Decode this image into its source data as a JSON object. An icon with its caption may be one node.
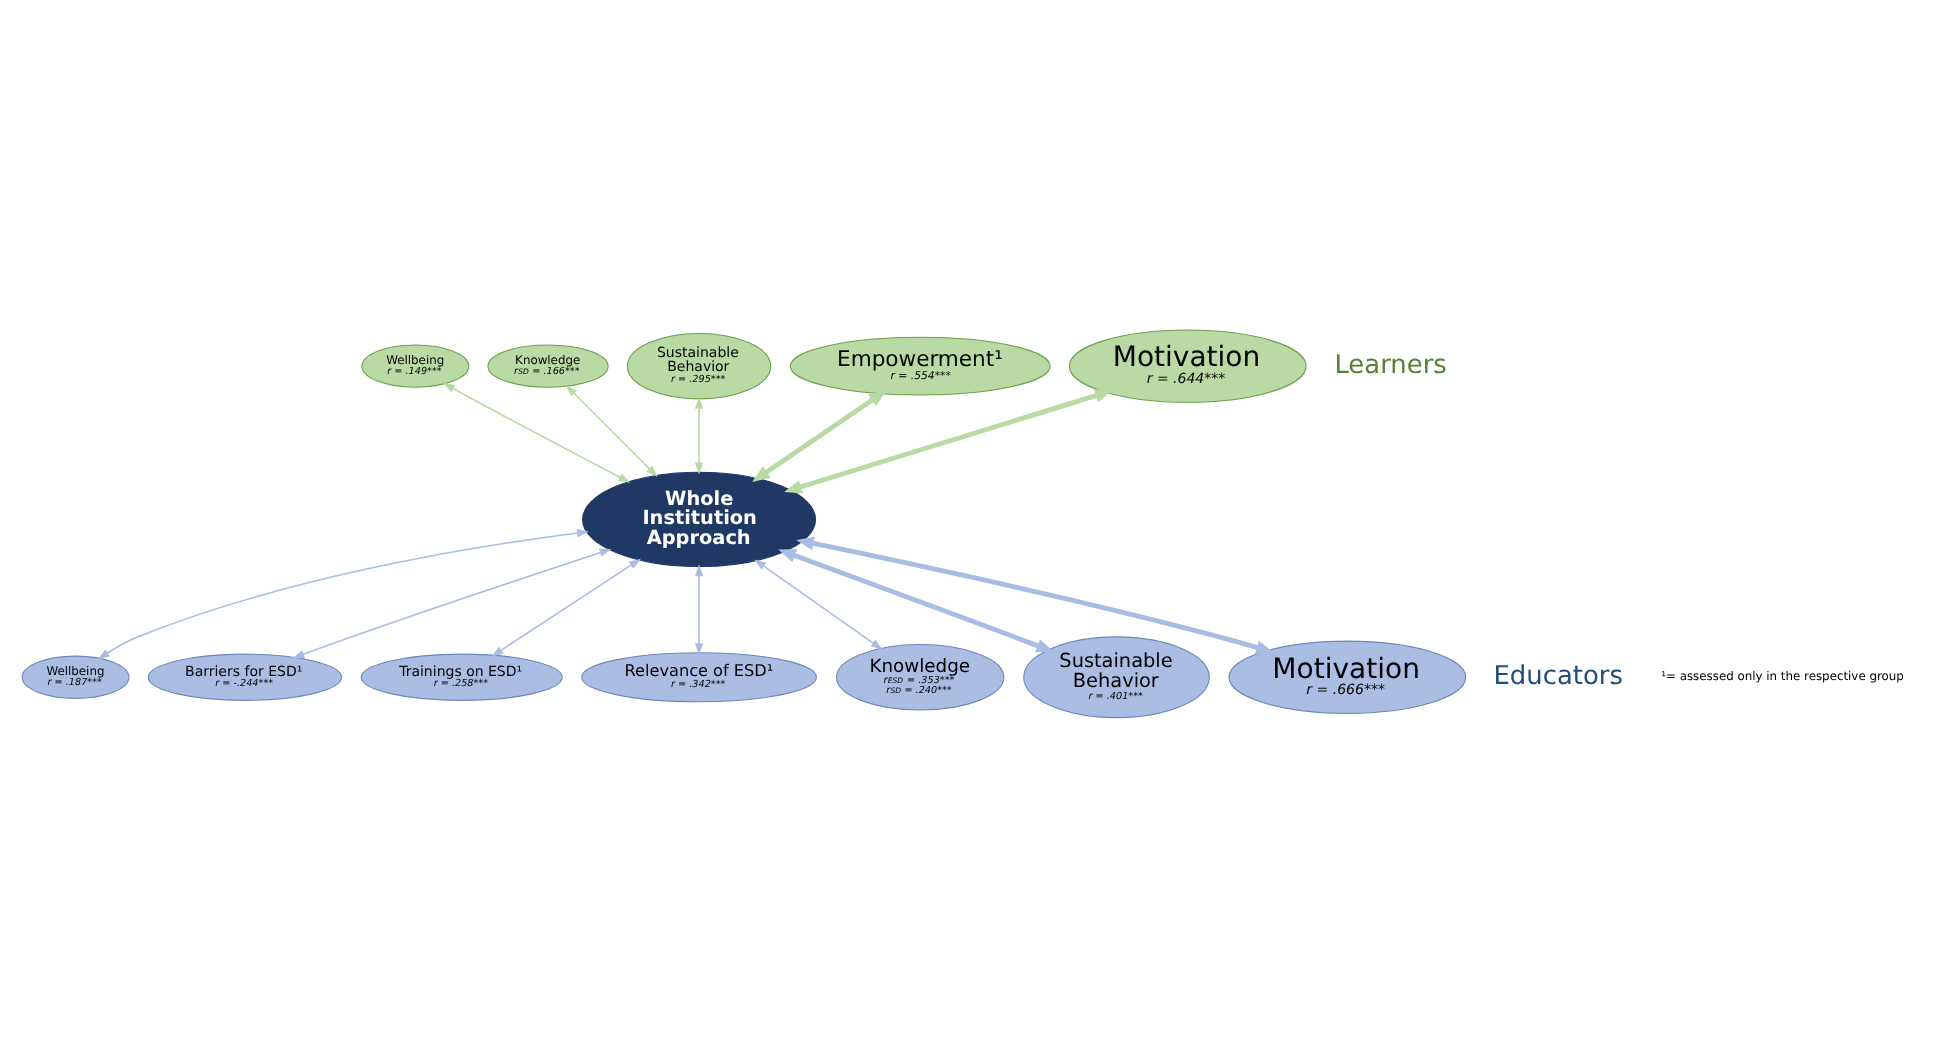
{
  "diagram": {
    "nodes": [
      {
        "text": [
          "Wellbeing",
          "r = .149***"
        ]
      },
      {
        "text": [
          "Knowledge",
          "r$_{SD}$ = .166***"
        ]
      },
      {
        "text": [
          "Sustainable Behavior",
          "r = .295***"
        ]
      },
      {
        "text": [
          "Empowerment¹",
          "r = .554***"
        ]
      },
      {
        "text": [
          "Motivation",
          "r = .644***"
        ]
      },
      {
        "text": [
          "Whole Institution Approach"
        ]
      },
      {
        "text": [
          "Wellbeing",
          "r = .187***"
        ]
      },
      {
        "text": [
          "Barriers for ESD¹",
          "r = -.244***"
        ]
      },
      {
        "text": [
          "Trainings on ESD¹",
          "r = .258***"
        ]
      },
      {
        "text": [
          "Relevance of ESD¹",
          "r = .342***"
        ]
      },
      {
        "text": [
          "Knowledge",
          "r$_{ESD}$ = .353***",
          "r$_{SD}$ = .240***"
        ]
      },
      {
        "text": [
          "Sustainable Behavior",
          "r = .401***"
        ]
      },
      {
        "text": [
          "Motivation",
          "r = .666***"
        ]
      }
    ],
    "edges": [
      {
        "from": 0,
        "to": 5,
        "arrow": "both",
        "color": "#b9d9a5"
      },
      {
        "from": 1,
        "to": 5,
        "arrow": "both",
        "color": "#b9d9a5"
      },
      {
        "from": 2,
        "to": 5,
        "arrow": "both",
        "color": "#b9d9a5"
      },
      {
        "from": 3,
        "to": 5,
        "arrow": "both",
        "style": "thick",
        "color": "#b9d9a5"
      },
      {
        "from": 4,
        "to": 5,
        "arrow": "both",
        "style": "thick",
        "color": "#b9d9a5"
      },
      {
        "from": 5,
        "to": 6,
        "arrow": "both"
      },
      {
        "from": 5,
        "to": 7,
        "arrow": "both"
      },
      {
        "from": 5,
        "to": 8,
        "arrow": "both"
      },
      {
        "from": 5,
        "to": 9,
        "arrow": "both"
      },
      {
        "from": 5,
        "to": 10,
        "arrow": "both"
      },
      {
        "from": 5,
        "to": 11,
        "arrow": "both",
        "style": "thick"
      },
      {
        "from": 5,
        "to": 12,
        "arrow": "both",
        "style": "thick"
      }
    ],
    "labels": [
      "Learners",
      "Educators",
      "¹= assessed only in the respective group"
    ]
  }
}
